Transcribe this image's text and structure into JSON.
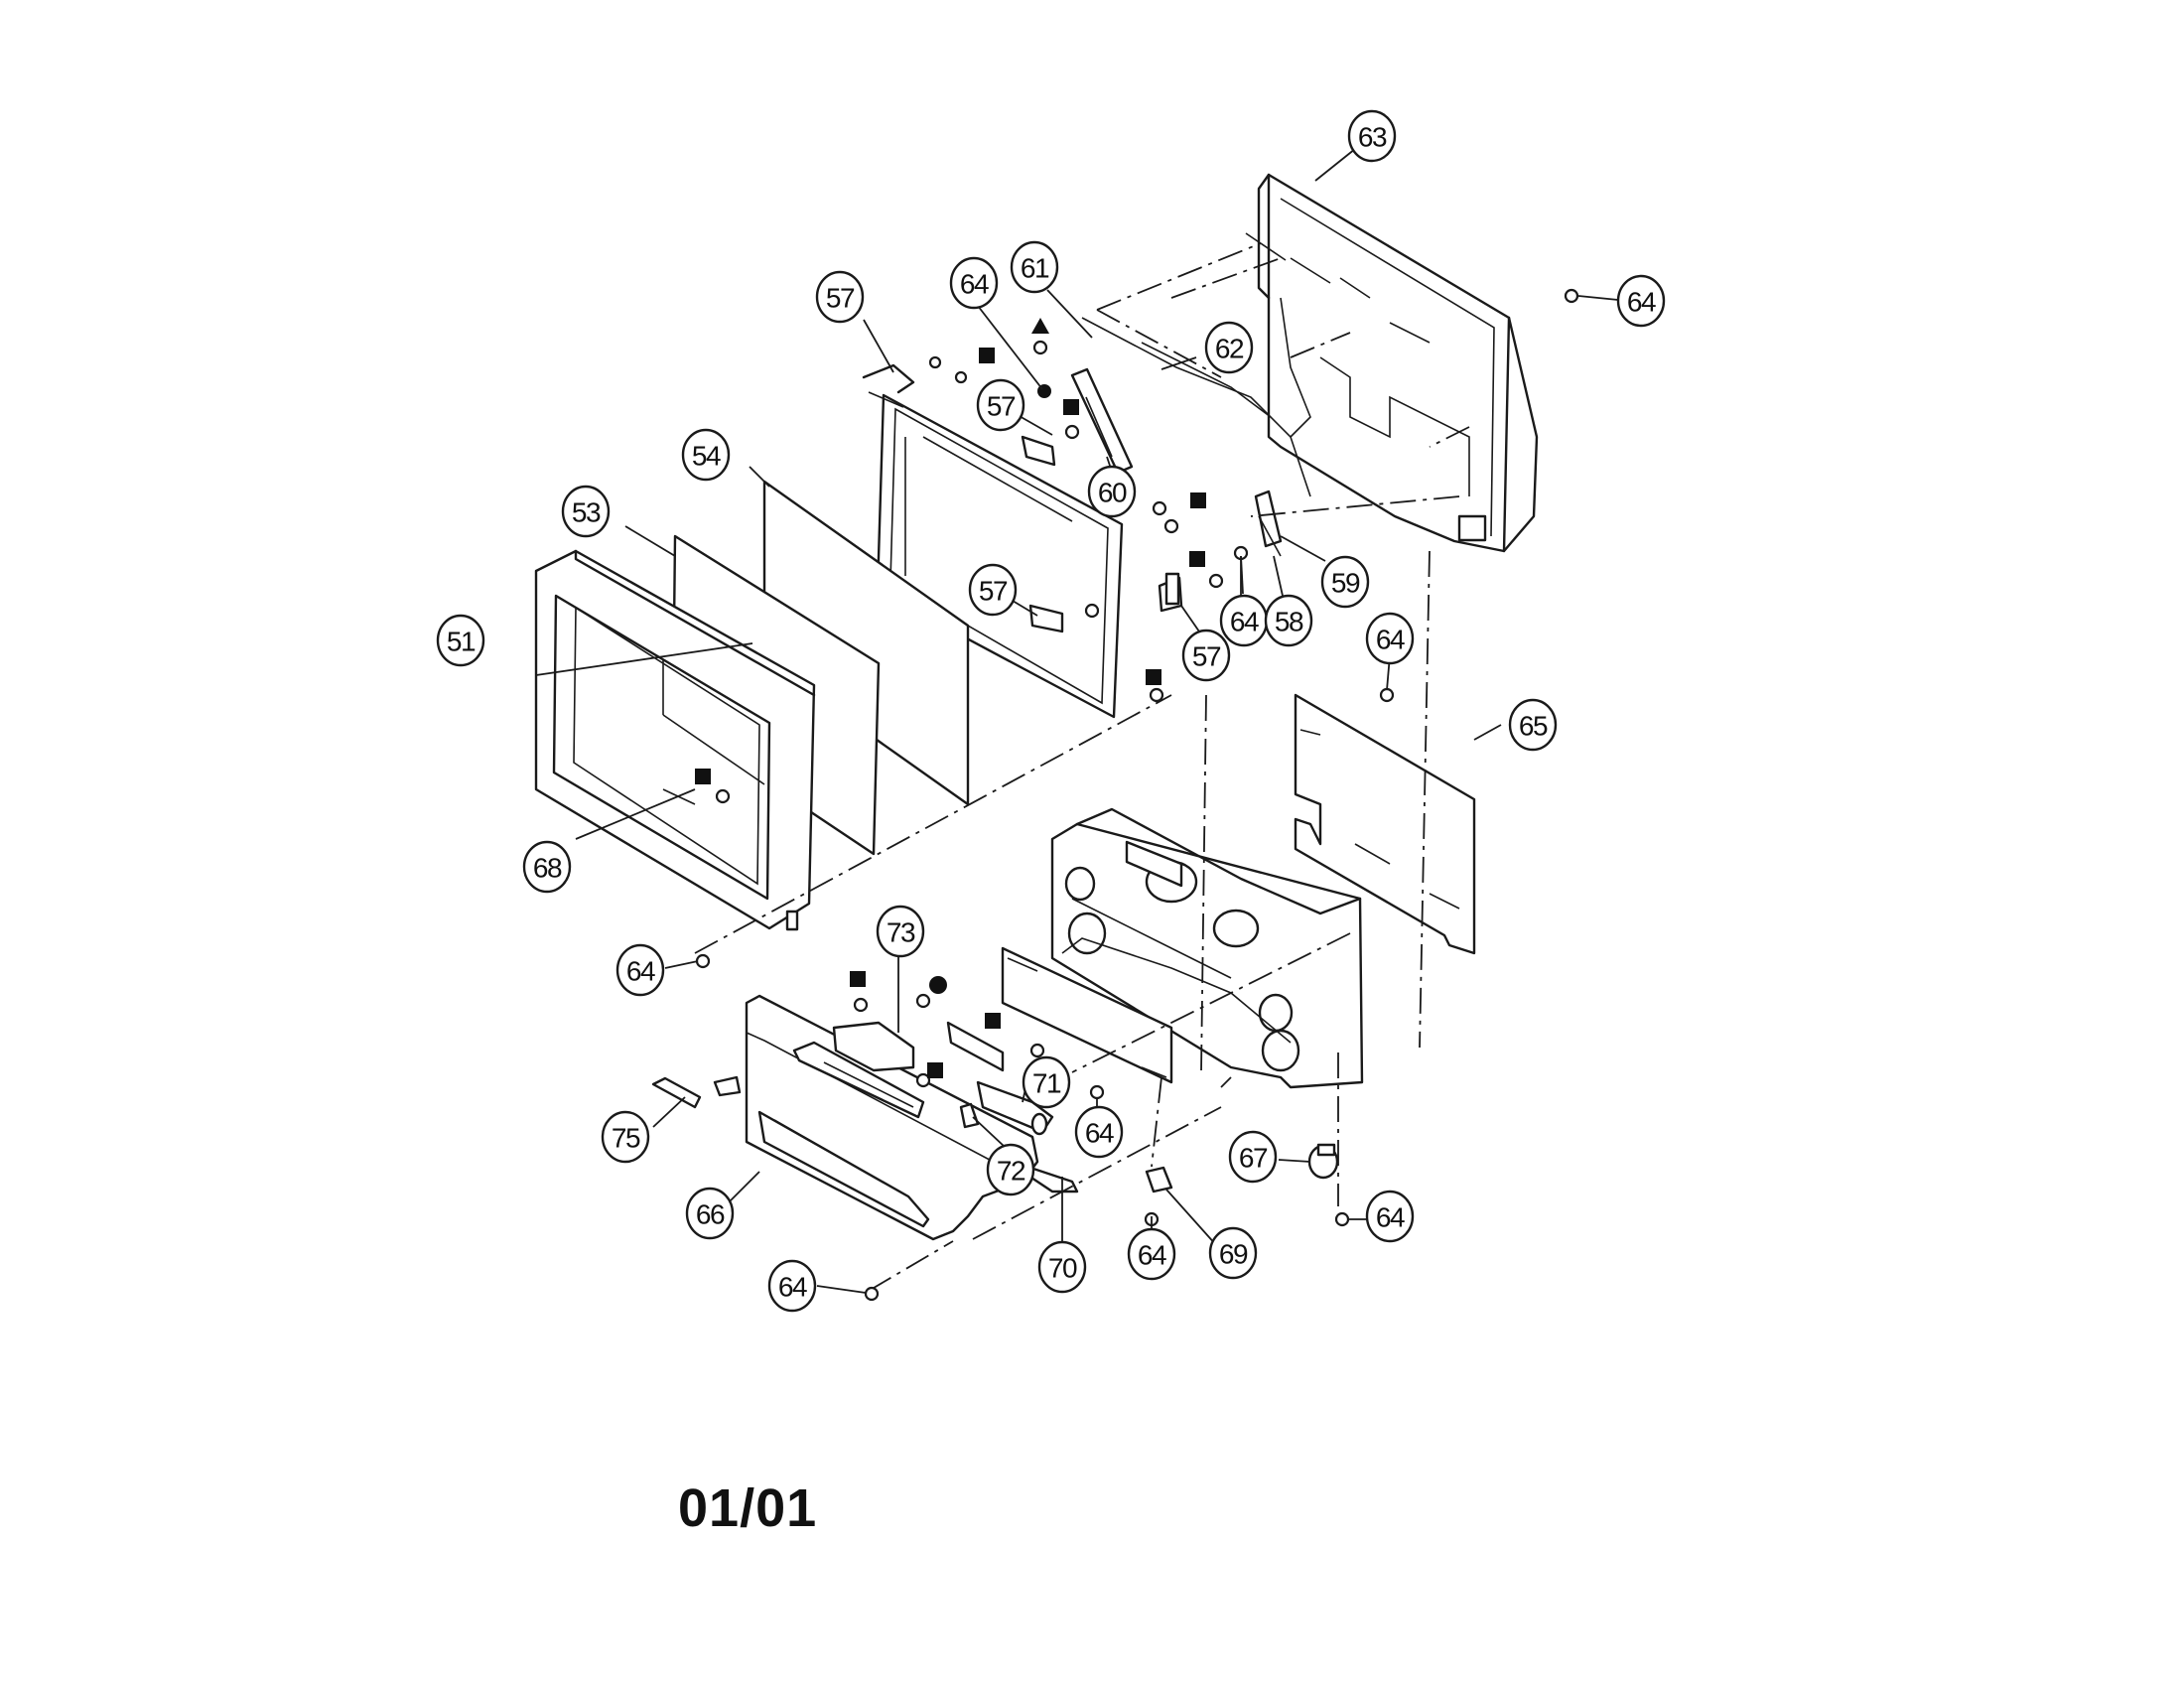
{
  "callouts": [
    {
      "label": "63"
    },
    {
      "label": "64"
    },
    {
      "label": "61"
    },
    {
      "label": "57"
    },
    {
      "label": "64"
    },
    {
      "label": "62"
    },
    {
      "label": "57"
    },
    {
      "label": "60"
    },
    {
      "label": "54"
    },
    {
      "label": "53"
    },
    {
      "label": "57"
    },
    {
      "label": "64"
    },
    {
      "label": "58"
    },
    {
      "label": "59"
    },
    {
      "label": "57"
    },
    {
      "label": "51"
    },
    {
      "label": "64"
    },
    {
      "label": "65"
    },
    {
      "label": "68"
    },
    {
      "label": "73"
    },
    {
      "label": "64"
    },
    {
      "label": "71"
    },
    {
      "label": "64"
    },
    {
      "label": "75"
    },
    {
      "label": "72"
    },
    {
      "label": "67"
    },
    {
      "label": "66"
    },
    {
      "label": "70"
    },
    {
      "label": "64"
    },
    {
      "label": "69"
    },
    {
      "label": "64"
    },
    {
      "label": "64"
    }
  ],
  "footer": {
    "page_code": "01/01"
  },
  "colors": {
    "line": "#1a1a1a",
    "background": "#ffffff"
  }
}
